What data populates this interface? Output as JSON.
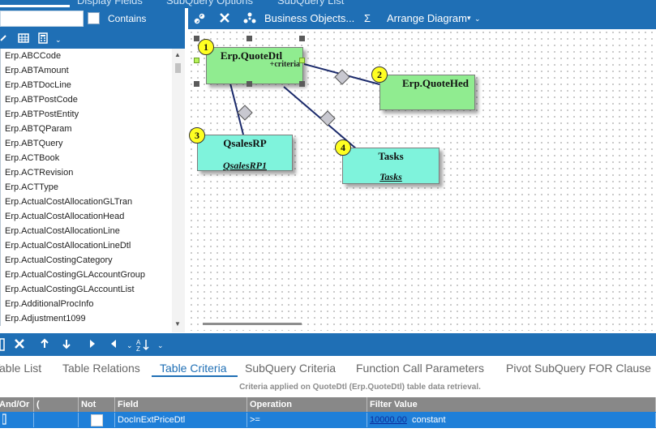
{
  "top_tabs": [
    "Display Fields",
    "SubQuery Options",
    "SubQuery List"
  ],
  "left_panel": {
    "search_value": "",
    "contains_label": "Contains",
    "toolbar_icons": [
      "link-icon",
      "grid-icon",
      "calculator-icon",
      "dropdown-icon"
    ],
    "tables": [
      "Erp.ABCCode",
      "Erp.ABTAmount",
      "Erp.ABTDocLine",
      "Erp.ABTPostCode",
      "Erp.ABTPostEntity",
      "Erp.ABTQParam",
      "Erp.ABTQuery",
      "Erp.ACTBook",
      "Erp.ACTRevision",
      "Erp.ACTType",
      "Erp.ActualCostAllocationGLTran",
      "Erp.ActualCostAllocationHead",
      "Erp.ActualCostAllocationLine",
      "Erp.ActualCostAllocationLineDtl",
      "Erp.ActualCostingCategory",
      "Erp.ActualCostingGLAccountGroup",
      "Erp.ActualCostingGLAccountList",
      "Erp.AdditionalProcInfo",
      "Erp.Adjustment1099"
    ]
  },
  "diagram_toolbar": {
    "business_objects": "Business Objects...",
    "sigma": "Σ",
    "arrange": "Arrange Diagram"
  },
  "diagram": {
    "nodes": [
      {
        "num": "1",
        "title": "Erp.QuoteDtl",
        "sub": "+criteria"
      },
      {
        "num": "2",
        "title": "Erp.QuoteHed",
        "sub": ""
      },
      {
        "num": "3",
        "title": "QsalesRP",
        "sub": "QsalesRP1"
      },
      {
        "num": "4",
        "title": "Tasks",
        "sub": "Tasks"
      }
    ],
    "colors": {
      "table_node": "#90ec90",
      "subquery_node": "#7ff3dc",
      "badge": "#ffff22"
    }
  },
  "bottom_tabs": [
    "Table List",
    "Table Relations",
    "Table Criteria",
    "SubQuery Criteria",
    "Function Call Parameters",
    "Pivot SubQuery FOR Clause"
  ],
  "active_tab": "Table Criteria",
  "criteria_caption": "Criteria applied on QuoteDtl (Erp.QuoteDtl)  table data retrieval.",
  "grid": {
    "headers": [
      "And/Or",
      "(",
      "Not",
      "Field",
      "Operation",
      "Filter Value"
    ],
    "rows": [
      {
        "andor": "",
        "paren": "",
        "not": false,
        "field": "DocInExtPriceDtl",
        "operation": ">=",
        "value_link": "10000.00",
        "value_type": "constant"
      }
    ]
  },
  "accent_color": "#1f6fb5"
}
